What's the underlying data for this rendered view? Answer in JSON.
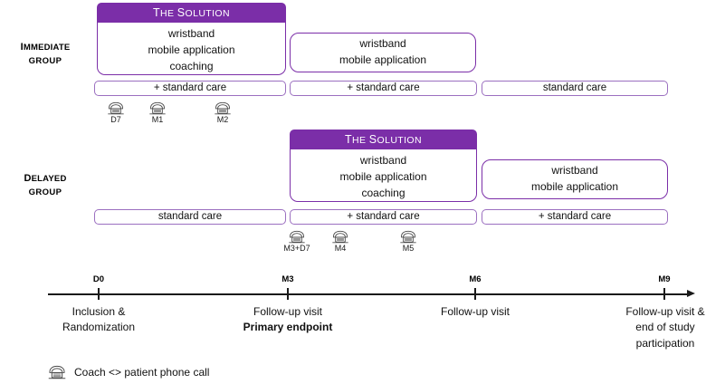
{
  "groups": [
    {
      "id": "immediate",
      "label_lead": "I",
      "label_rest": "MMEDIATE",
      "label_line2": "GROUP"
    },
    {
      "id": "delayed",
      "label_lead": "D",
      "label_rest": "ELAYED",
      "label_line2": "GROUP"
    }
  ],
  "solution_header": {
    "word1_cap": "T",
    "word1_rest": "HE",
    "word2_cap": "S",
    "word2_rest": "OLUTION"
  },
  "immediate_row": {
    "solution_box": {
      "line1": "wristband",
      "line2": "mobile application",
      "line3": "coaching"
    },
    "second_box": {
      "line1": "wristband",
      "line2": "mobile application"
    },
    "care_bars": [
      {
        "label": "+ standard care"
      },
      {
        "label": "+ standard care"
      },
      {
        "label": "standard care"
      }
    ],
    "phone_calls": [
      {
        "label": "D7"
      },
      {
        "label": "M1"
      },
      {
        "label": "M2"
      }
    ]
  },
  "delayed_row": {
    "solution_box": {
      "line1": "wristband",
      "line2": "mobile application",
      "line3": "coaching"
    },
    "third_box": {
      "line1": "wristband",
      "line2": "mobile application"
    },
    "care_bars": [
      {
        "label": "standard care"
      },
      {
        "label": "+ standard care"
      },
      {
        "label": "+ standard care"
      }
    ],
    "phone_calls": [
      {
        "label": "M3+D7"
      },
      {
        "label": "M4"
      },
      {
        "label": "M5"
      }
    ]
  },
  "timeline": {
    "ticks": [
      {
        "label": "D0",
        "desc_line1": "Inclusion &",
        "desc_line2": "Randomization",
        "desc_bold": ""
      },
      {
        "label": "M3",
        "desc_line1": "Follow-up visit",
        "desc_line2": "",
        "desc_bold": "Primary endpoint"
      },
      {
        "label": "M6",
        "desc_line1": "Follow-up visit",
        "desc_line2": "",
        "desc_bold": ""
      },
      {
        "label": "M9",
        "desc_line1": "Follow-up visit &",
        "desc_line2": "end of study",
        "desc_line3": "participation",
        "desc_bold": ""
      }
    ]
  },
  "legend": {
    "icon": "phone-icon",
    "text": "Coach <> patient phone call"
  },
  "colors": {
    "purple_dark": "#7B2EA8",
    "purple_light": "#9B6FC0",
    "text": "#111111",
    "axis": "#1a1a1a"
  }
}
